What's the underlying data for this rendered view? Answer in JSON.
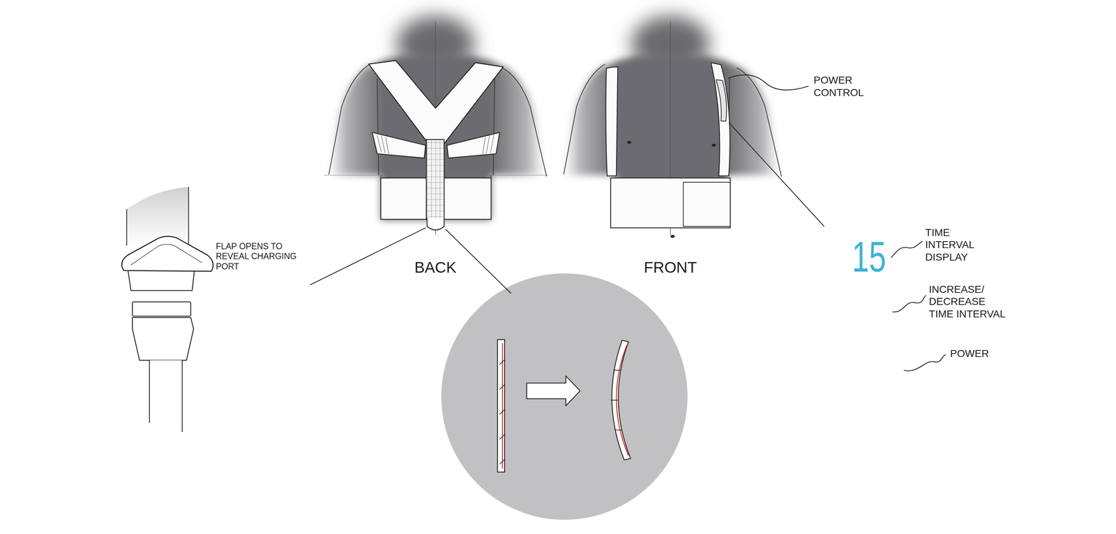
{
  "diagram": {
    "nodes": [
      {
        "text": [
          "FLAP OPENS TO REVEAL CHARGING PORT"
        ]
      },
      {
        "text": [
          "TIME INTERVAL DISPLAY",
          "INCREASE/ DECREASE TIME INTERVAL",
          "POWER"
        ]
      },
      {
        "text": [
          "15"
        ],
        "in": 1
      }
    ],
    "labels": [
      "POWER CONTROL",
      "BACK",
      "FRONT"
    ]
  }
}
